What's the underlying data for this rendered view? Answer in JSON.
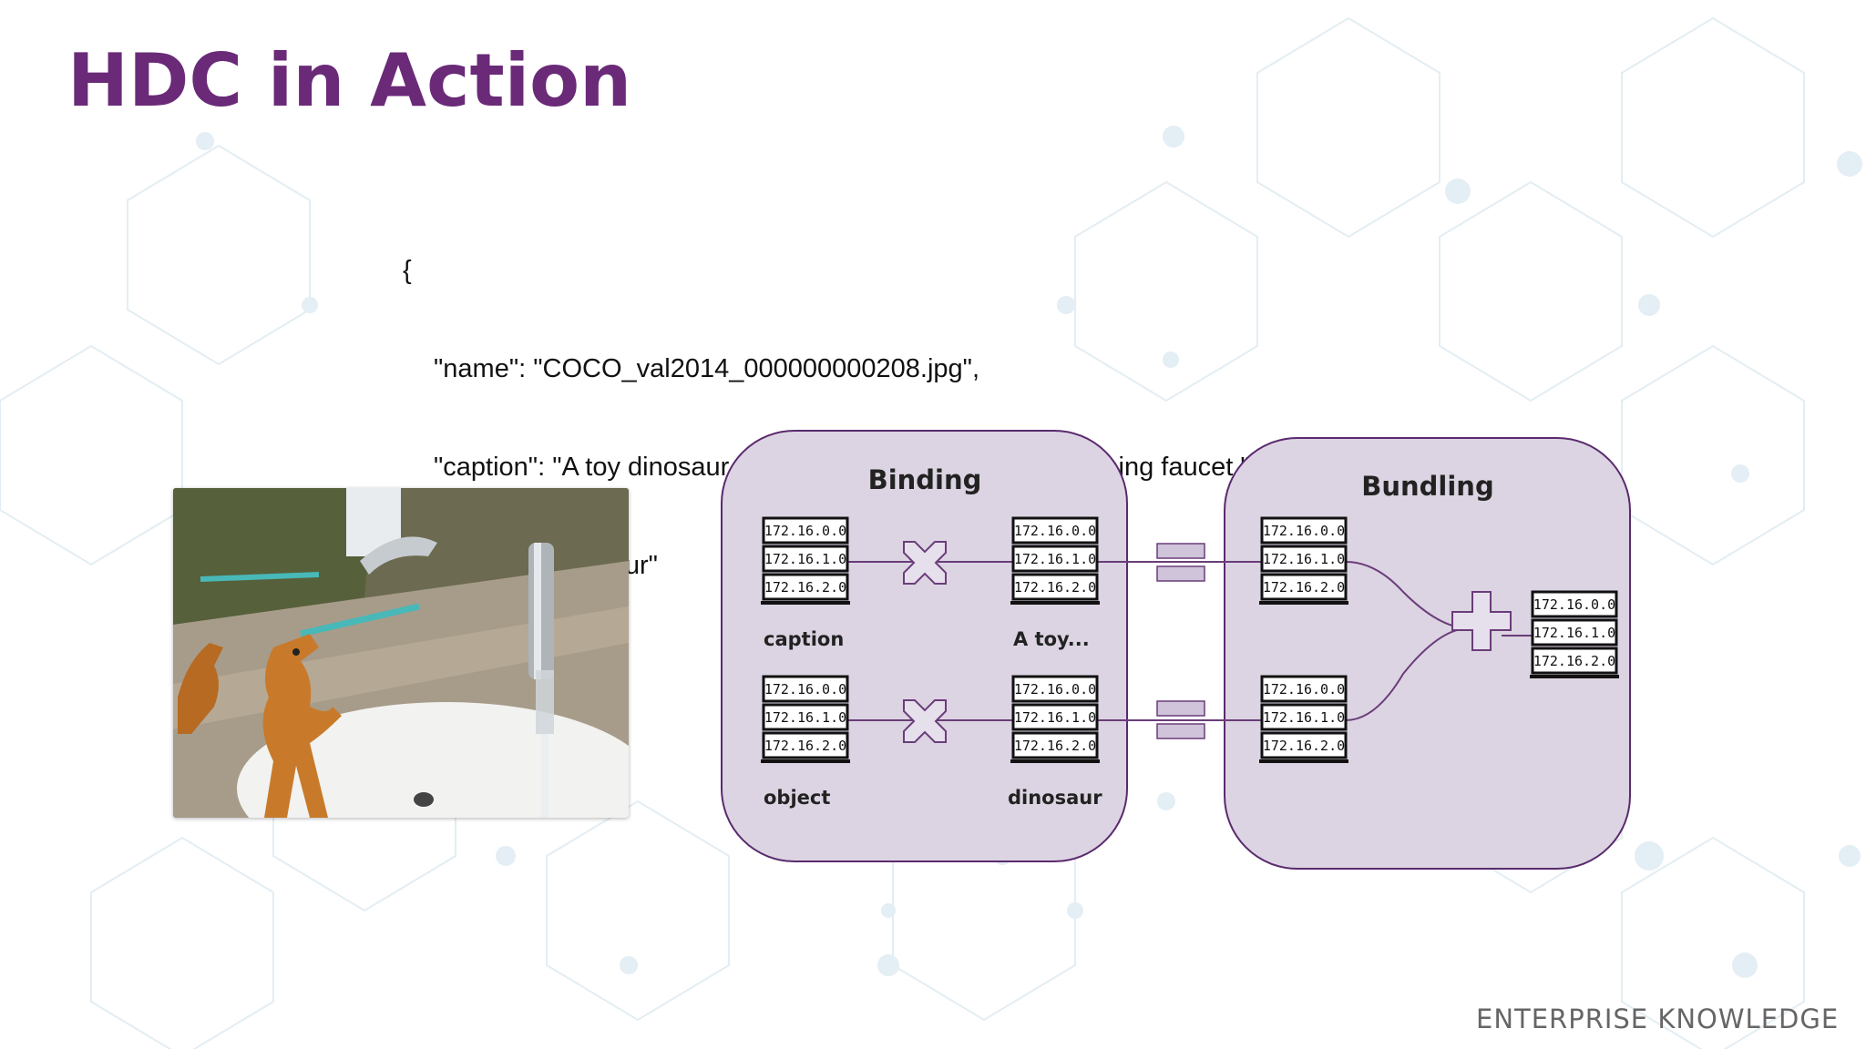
{
  "slide": {
    "title": "HDC in Action",
    "footer": "ENTERPRISE KNOWLEDGE"
  },
  "json_snippet": {
    "open": "{",
    "lines": [
      "\"name\": \"COCO_val2014_000000000208.jpg\",",
      "\"caption\": \"A toy dinosaur standing on a sink next to a running faucet.\",",
      "\"object\": \"dinosaur\""
    ],
    "close": "}"
  },
  "diagram": {
    "binding_title": "Binding",
    "bundling_title": "Bundling",
    "vector_cells": [
      "172.16.0.0",
      "172.16.1.0",
      "172.16.2.0"
    ],
    "labels": {
      "caption": "caption",
      "a_toy": "A toy...",
      "object": "object",
      "dinosaur": "dinosaur"
    },
    "colors": {
      "panel_fill": "#dcd4e2",
      "panel_stroke": "#5a2a6e",
      "connector": "#6a3d7a",
      "title": "#6a2a78"
    }
  }
}
